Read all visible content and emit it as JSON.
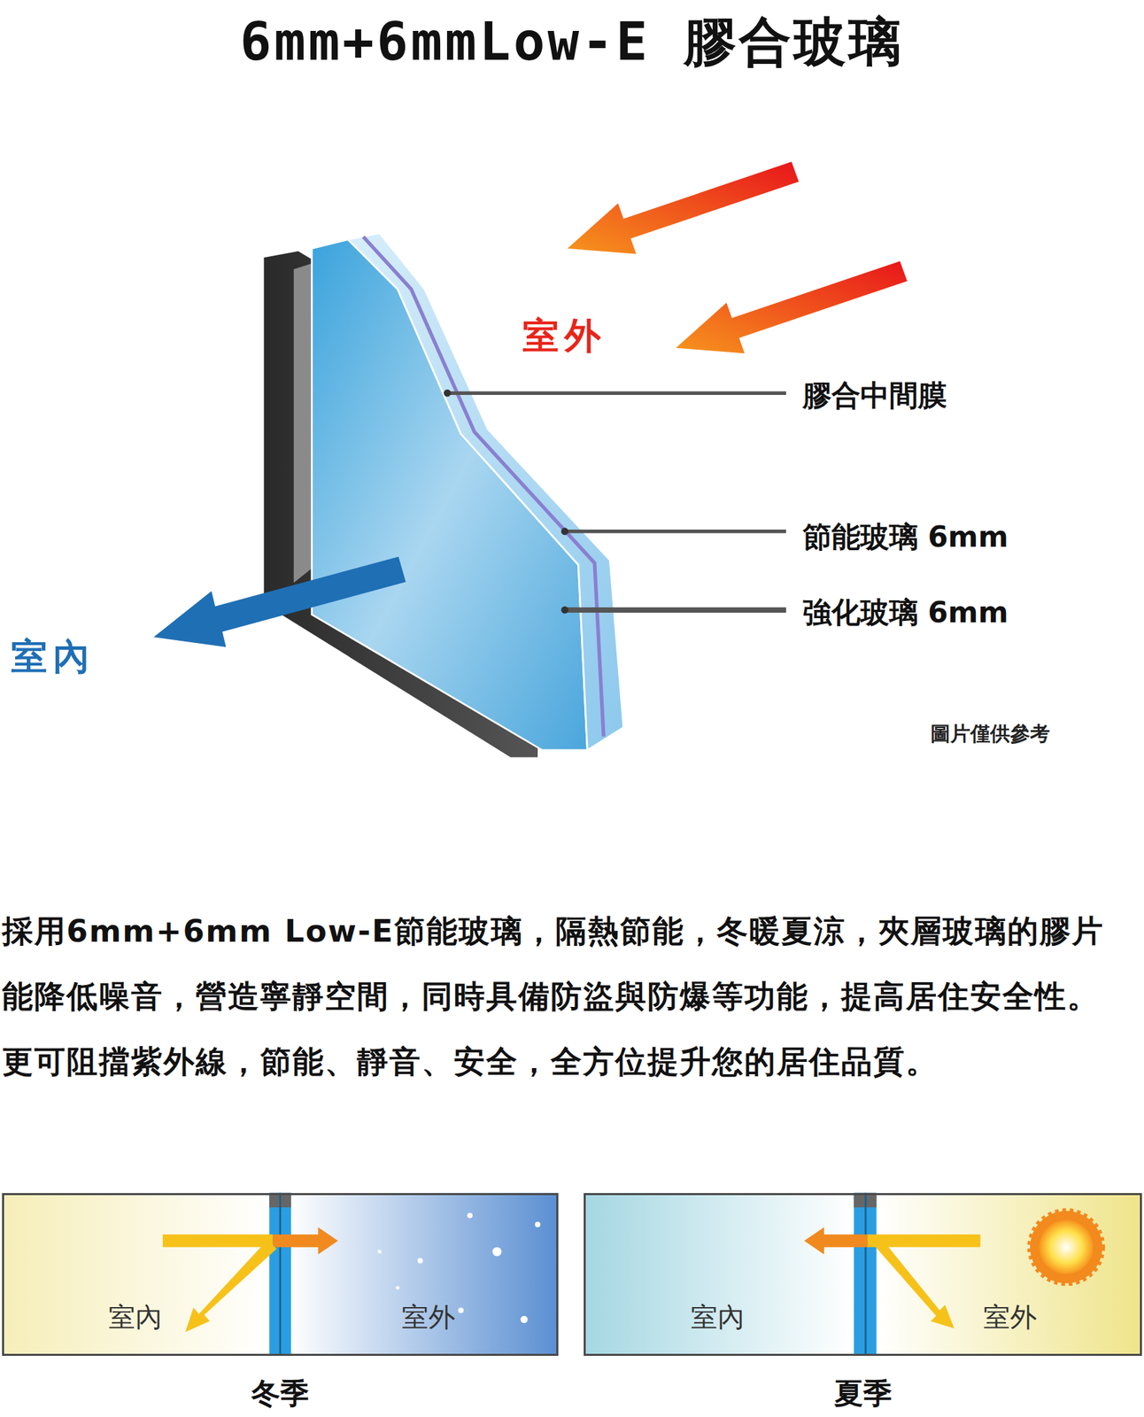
{
  "diagram": {
    "title": "6mm+6mmLow-E 膠合玻璃",
    "nodes": [
      {
        "text": [
          "室內",
          "室外",
          "冬季"
        ]
      },
      {
        "text": [
          "室內",
          "室外",
          "夏季"
        ]
      }
    ],
    "edges": [],
    "labels": [
      "室外",
      "室內",
      "膠合中間膜",
      "節能玻璃 6mm",
      "強化玻璃 6mm",
      "圖片僅供參考",
      "採用6mm+6mm Low-E節能玻璃，隔熱節能，冬暖夏涼，夾層玻璃的膠片能降低噪音，營造寧靜空間，同時具備防盜與防爆等功能，提高居住安全性。更可阻擋紫外線，節能、靜音、安全，全方位提升您的居住品質。"
    ]
  }
}
